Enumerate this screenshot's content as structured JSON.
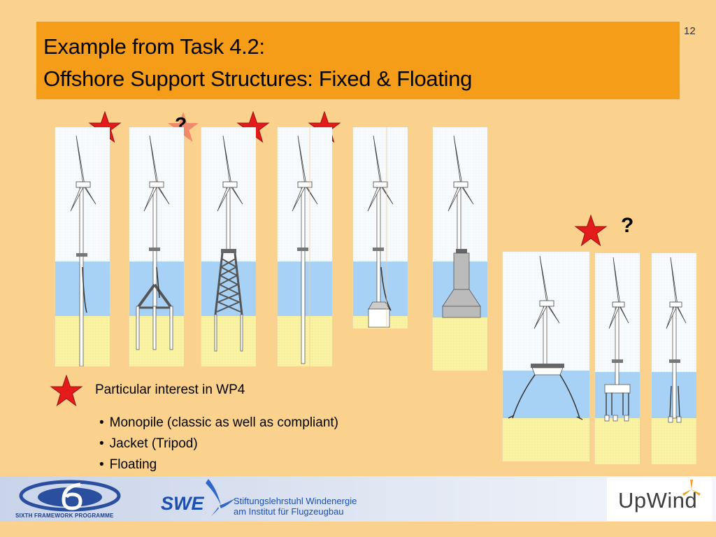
{
  "slide_number": "12",
  "title": {
    "line1": "Example from Task 4.2:",
    "line2": "Offshore Support Structures: Fixed & Floating"
  },
  "markers": {
    "question": "?"
  },
  "legend": {
    "text": "Particular interest in WP4"
  },
  "bullets": [
    "Monopile (classic as well as compliant)",
    "Jacket (Tripod)",
    "Floating"
  ],
  "footer": {
    "fp6_label": "SIXTH FRAMEWORK PROGRAMME",
    "swe_abbrev": "SWE",
    "swe_line1": "Stiftungslehrstuhl Windenergie",
    "swe_line2": "am Institut für Flugzeugbau",
    "upwind_label": "UpWind"
  },
  "colors": {
    "background": "#fbd18e",
    "title_bar": "#f59c19",
    "water": "#a8d2f5",
    "seabed": "#faf3a4",
    "star": "#e31b1b"
  }
}
